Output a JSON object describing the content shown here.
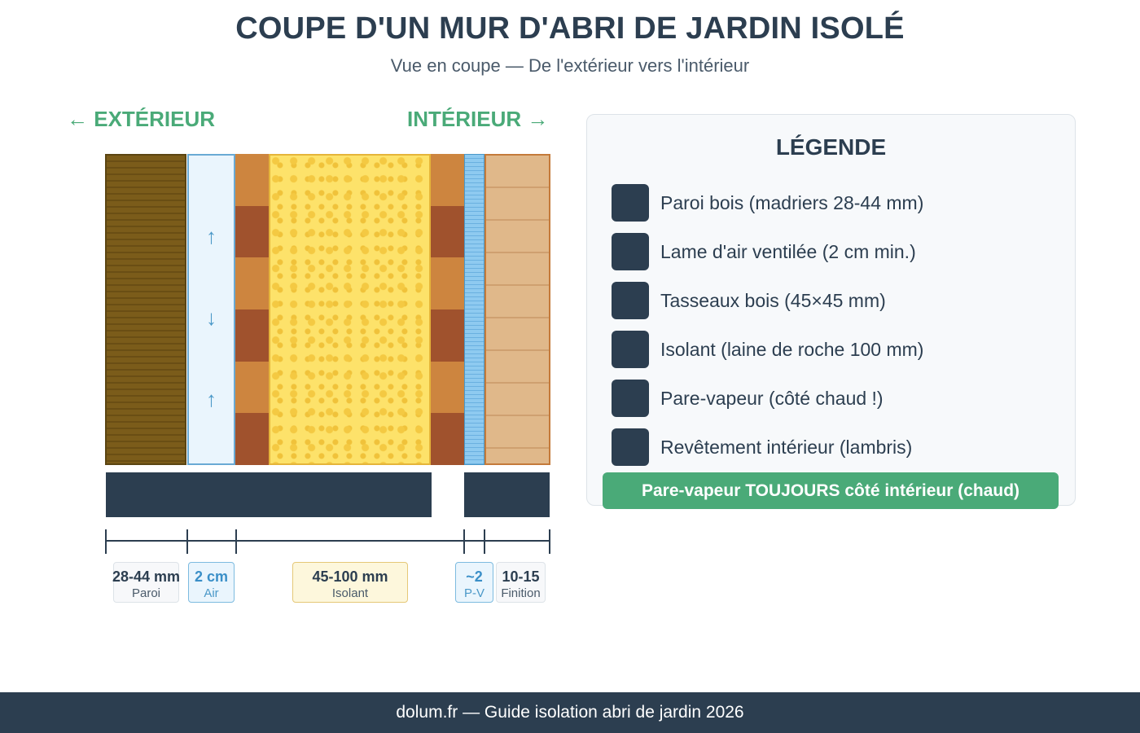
{
  "title": "COUPE D'UN MUR D'ABRI DE JARDIN ISOLÉ",
  "subtitle": "Vue en coupe — De l'extérieur vers l'intérieur",
  "sides": {
    "exterior": "← EXTÉRIEUR",
    "interior": "INTÉRIEUR →"
  },
  "air_arrows": [
    "↑",
    "↓",
    "↑"
  ],
  "icon_strip": [
    "",
    "",
    "",
    "",
    "",
    ""
  ],
  "dimensions": [
    {
      "value": "28-44 mm",
      "label": "Paroi"
    },
    {
      "value": "2 cm",
      "label": "Air"
    },
    {
      "value": "45-100 mm",
      "label": "Isolant"
    },
    {
      "value": "~2",
      "label": "P-V"
    },
    {
      "value": "10-15",
      "label": "Finition"
    }
  ],
  "legend": {
    "title": "LÉGENDE",
    "items": [
      {
        "icon": "",
        "text": "Paroi bois (madriers 28-44 mm)"
      },
      {
        "icon": "",
        "text": "Lame d'air ventilée (2 cm min.)"
      },
      {
        "icon": "",
        "text": "Tasseaux bois (45×45 mm)"
      },
      {
        "icon": "",
        "text": "Isolant (laine de roche 100 mm)"
      },
      {
        "icon": "",
        "text": "Pare-vapeur (côté chaud !)"
      },
      {
        "icon": "",
        "text": "Revêtement intérieur (lambris)"
      }
    ],
    "warning": " Pare-vapeur TOUJOURS côté intérieur (chaud)"
  },
  "footer": "dolum.fr — Guide isolation abri de jardin 2026",
  "colors": {
    "accent_green": "#4aaa78",
    "dark_navy": "#2c3e50",
    "paroi_wood": "#7b5c1a",
    "air_gap": "#eaf5fd",
    "tasseau_light": "#cd853f",
    "tasseau_dark": "#a0522d",
    "insulation": "#fde26a",
    "vapour_barrier": "#8ecaf0",
    "lambris": "#e0b88a"
  }
}
